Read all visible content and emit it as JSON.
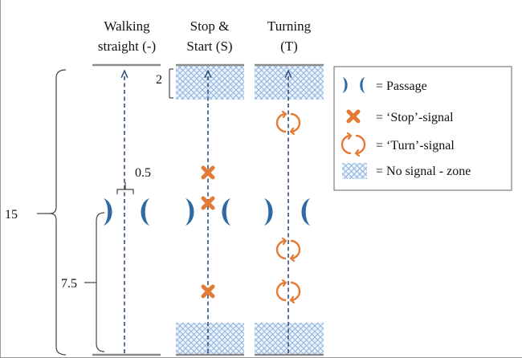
{
  "columns": [
    {
      "line1": "Walking",
      "line2": "straight (-)"
    },
    {
      "line1": "Stop &",
      "line2": "Start (S)"
    },
    {
      "line1": "Turning",
      "line2": "(T)"
    }
  ],
  "dimensions": {
    "total": "15",
    "half": "7.5",
    "gap": "0.5",
    "zone": "2"
  },
  "legend": {
    "passage": "= Passage",
    "stop": "= ‘Stop’-signal",
    "turn": "= ‘Turn’-signal",
    "zone": "= No signal - zone"
  },
  "colors": {
    "passage": "#2e6aa6",
    "signal": "#e57a35",
    "zone": "#8db3de",
    "path": "#2f4f7f",
    "floor": "#8a8a8a"
  },
  "icons": {
    "passage": "passage-crescents-icon",
    "stop": "stop-x-icon",
    "turn": "turn-arrows-icon",
    "zone": "crosshatch-zone-icon"
  }
}
